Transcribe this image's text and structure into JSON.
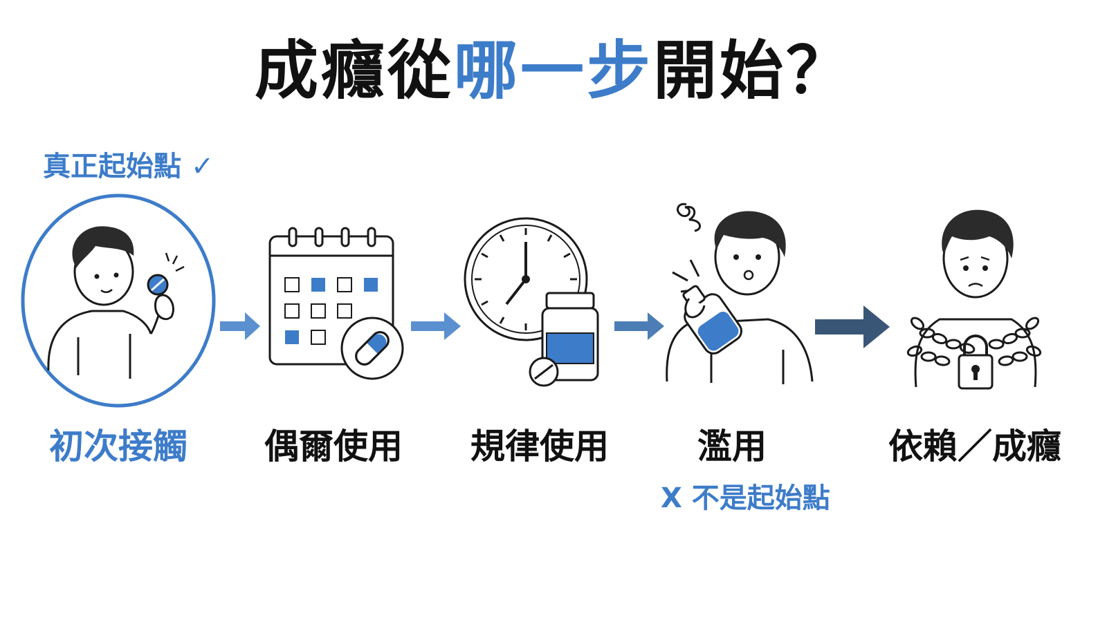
{
  "title": {
    "part1": "成癮從",
    "highlight": "哪一步",
    "part2": "開始？"
  },
  "start_label": "真正起始點 ✓",
  "steps": [
    {
      "label": "初次接觸",
      "icon": "person-holding-pill-icon"
    },
    {
      "label": "偶爾使用",
      "icon": "calendar-pill-icon"
    },
    {
      "label": "規律使用",
      "icon": "clock-pill-bottle-icon"
    },
    {
      "label": "濫用",
      "icon": "person-drinking-icon"
    },
    {
      "label": "依賴／成癮",
      "icon": "person-chained-icon"
    }
  ],
  "not_start_label": "X  不是起始點",
  "colors": {
    "accent": "#3d7cc9",
    "arrow_light": "#5a8fd0",
    "arrow_dark": "#3a5676",
    "line": "#1a1a1a"
  }
}
